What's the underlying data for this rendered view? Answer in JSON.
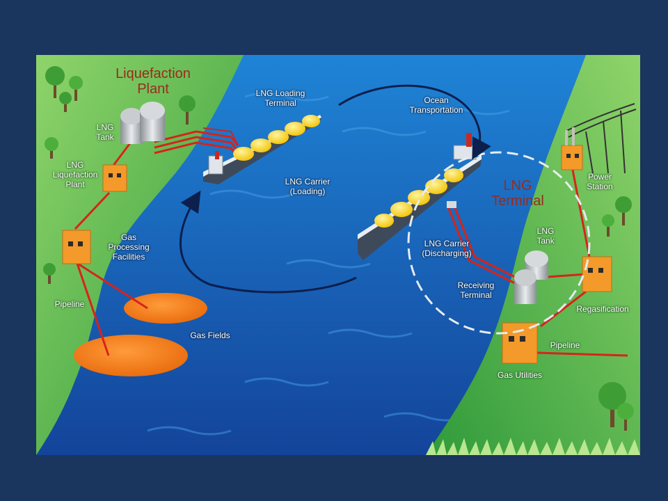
{
  "colors": {
    "frame": "#1a355e",
    "ocean": "#1a66b8",
    "land": "#5cbf4a",
    "building": "#f39a2b",
    "gas_field": "#f07a14",
    "pipe": "#d8231a",
    "title": "#9b2a1c"
  },
  "titles": {
    "liquefaction_plant": "Liquefaction\nPlant",
    "lng_terminal": "LNG\nTerminal"
  },
  "labels": {
    "lng_loading_terminal": "LNG Loading\nTerminal",
    "ocean_transportation": "Ocean\nTransportation",
    "lng_tank_left": "LNG\nTank",
    "lng_liquefaction_plant": "LNG\nLiquefaction\nPlant",
    "lng_carrier_loading": "LNG Carrier\n(Loading)",
    "gas_processing_facilities": "Gas\nProcessing\nFacilities",
    "pipeline_left": "Pipeline",
    "gas_fields": "Gas Fields",
    "lng_carrier_discharging": "LNG Carrier\n(Discharging)",
    "lng_tank_right": "LNG\nTank",
    "receiving_terminal": "Receiving\nTerminal",
    "power_station": "Power\nStation",
    "regasification": "Regasification",
    "pipeline_right": "Pipeline",
    "gas_utilities": "Gas Utilities"
  }
}
